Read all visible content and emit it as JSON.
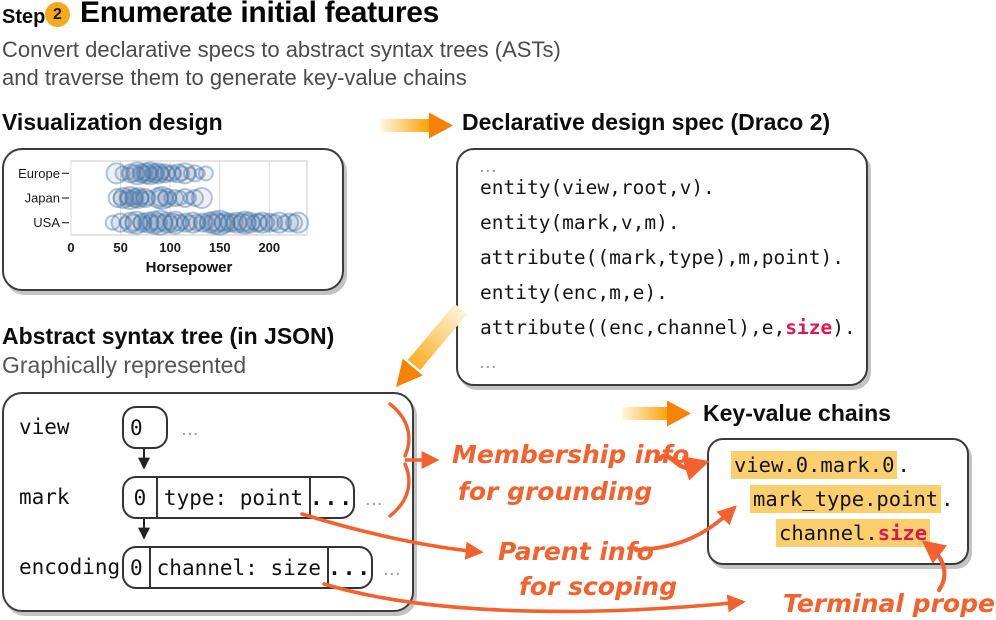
{
  "header": {
    "step_label": "Step",
    "step_number": "2",
    "title": "Enumerate initial features",
    "subtitle_line1": "Convert declarative specs to abstract syntax trees (ASTs)",
    "subtitle_line2": "and traverse them to generate key-value chains"
  },
  "viz_panel": {
    "heading": "Visualization design"
  },
  "spec_panel": {
    "heading": "Declarative design spec (Draco 2)",
    "top_ellipsis": "...",
    "bottom_ellipsis": "...",
    "code": {
      "line1": "entity(view,root,v).",
      "line2": "entity(mark,v,m).",
      "line3": "attribute((mark,type),m,point).",
      "line4": "entity(enc,m,e).",
      "line5_prefix": "attribute((enc,channel),e,",
      "line5_keyword": "size",
      "line5_suffix": ")."
    }
  },
  "ast_panel": {
    "heading": "Abstract syntax tree (in JSON)",
    "subheading": "Graphically represented",
    "rows": [
      {
        "label": "view",
        "cells": [
          "0"
        ],
        "outer_ellipsis": "..."
      },
      {
        "label": "mark",
        "cells": [
          "0",
          "type: point",
          "..."
        ],
        "outer_ellipsis": "..."
      },
      {
        "label": "encoding",
        "cells": [
          "0",
          "channel: size",
          "..."
        ],
        "outer_ellipsis": "..."
      }
    ]
  },
  "kv_panel": {
    "heading": "Key-value chains",
    "line1_highlight": "view.0.mark.0",
    "line1_suffix": ".",
    "line2_highlight": "mark_type.point",
    "line2_suffix": ".",
    "line3_highlight_black": "channel.",
    "line3_highlight_red": "size"
  },
  "annotations": {
    "membership_line1": "Membership info",
    "membership_line2": "for grounding",
    "parent_line1": "Parent info",
    "parent_line2": "for scoping",
    "terminal": "Terminal property"
  },
  "colors": {
    "accent_orange": "#F2612E",
    "gradient_arrow_light": "#FFF6E1",
    "gradient_arrow_dark": "#F9A100",
    "arrowhead_orange": "#F58200",
    "step_badge": "#F6A91B",
    "highlight_amber": "#FBCF6E",
    "keyword_red": "#E0164F",
    "point_blue": "#4C78A8"
  },
  "chart_data": {
    "type": "scatter",
    "title": "",
    "xlabel": "Horsepower",
    "ylabel": "",
    "categories": [
      "Europe",
      "Japan",
      "USA"
    ],
    "x_ticks": [
      0,
      50,
      100,
      150,
      200
    ],
    "xlim": [
      0,
      238
    ],
    "grid": true,
    "legend": "none",
    "point_color": "#4C78A8",
    "size_encoding": true,
    "series": [
      {
        "name": "Europe",
        "points": [
          [
            46,
            10
          ],
          [
            52,
            7
          ],
          [
            58,
            6
          ],
          [
            60,
            9
          ],
          [
            65,
            8
          ],
          [
            67,
            11
          ],
          [
            69,
            6
          ],
          [
            71,
            9
          ],
          [
            74,
            7
          ],
          [
            76,
            10
          ],
          [
            78,
            8
          ],
          [
            80,
            11
          ],
          [
            82,
            6
          ],
          [
            84,
            9
          ],
          [
            86,
            7
          ],
          [
            88,
            10
          ],
          [
            90,
            8
          ],
          [
            93,
            6
          ],
          [
            95,
            9
          ],
          [
            98,
            7
          ],
          [
            102,
            8
          ],
          [
            105,
            6
          ],
          [
            108,
            9
          ],
          [
            112,
            7
          ],
          [
            115,
            10
          ],
          [
            120,
            6
          ],
          [
            125,
            8
          ],
          [
            130,
            5
          ],
          [
            136,
            7
          ]
        ]
      },
      {
        "name": "Japan",
        "points": [
          [
            47,
            9
          ],
          [
            50,
            7
          ],
          [
            53,
            10
          ],
          [
            56,
            6
          ],
          [
            58,
            8
          ],
          [
            60,
            11
          ],
          [
            62,
            7
          ],
          [
            64,
            9
          ],
          [
            66,
            6
          ],
          [
            68,
            10
          ],
          [
            70,
            8
          ],
          [
            72,
            6
          ],
          [
            75,
            9
          ],
          [
            78,
            7
          ],
          [
            88,
            10
          ],
          [
            90,
            8
          ],
          [
            92,
            11
          ],
          [
            95,
            7
          ],
          [
            97,
            9
          ],
          [
            100,
            6
          ],
          [
            105,
            8
          ],
          [
            110,
            7
          ],
          [
            115,
            9
          ],
          [
            120,
            6
          ],
          [
            125,
            8
          ],
          [
            132,
            10
          ]
        ]
      },
      {
        "name": "USA",
        "points": [
          [
            42,
            7
          ],
          [
            50,
            9
          ],
          [
            55,
            6
          ],
          [
            60,
            10
          ],
          [
            63,
            8
          ],
          [
            66,
            11
          ],
          [
            70,
            7
          ],
          [
            72,
            9
          ],
          [
            75,
            6
          ],
          [
            78,
            10
          ],
          [
            80,
            8
          ],
          [
            84,
            11
          ],
          [
            86,
            7
          ],
          [
            88,
            9
          ],
          [
            90,
            12
          ],
          [
            94,
            8
          ],
          [
            97,
            10
          ],
          [
            100,
            7
          ],
          [
            103,
            9
          ],
          [
            105,
            11
          ],
          [
            110,
            8
          ],
          [
            113,
            6
          ],
          [
            116,
            9
          ],
          [
            120,
            7
          ],
          [
            123,
            10
          ],
          [
            127,
            8
          ],
          [
            130,
            6
          ],
          [
            133,
            9
          ],
          [
            137,
            7
          ],
          [
            140,
            10
          ],
          [
            143,
            8
          ],
          [
            145,
            11
          ],
          [
            148,
            9
          ],
          [
            150,
            12
          ],
          [
            153,
            8
          ],
          [
            155,
            10
          ],
          [
            158,
            7
          ],
          [
            160,
            9
          ],
          [
            165,
            8
          ],
          [
            167,
            10
          ],
          [
            170,
            7
          ],
          [
            173,
            9
          ],
          [
            175,
            11
          ],
          [
            178,
            8
          ],
          [
            180,
            10
          ],
          [
            184,
            7
          ],
          [
            188,
            9
          ],
          [
            190,
            8
          ],
          [
            193,
            10
          ],
          [
            198,
            7
          ],
          [
            200,
            9
          ],
          [
            205,
            8
          ],
          [
            210,
            10
          ],
          [
            215,
            7
          ],
          [
            220,
            9
          ],
          [
            225,
            8
          ],
          [
            229,
            10
          ]
        ]
      }
    ]
  }
}
